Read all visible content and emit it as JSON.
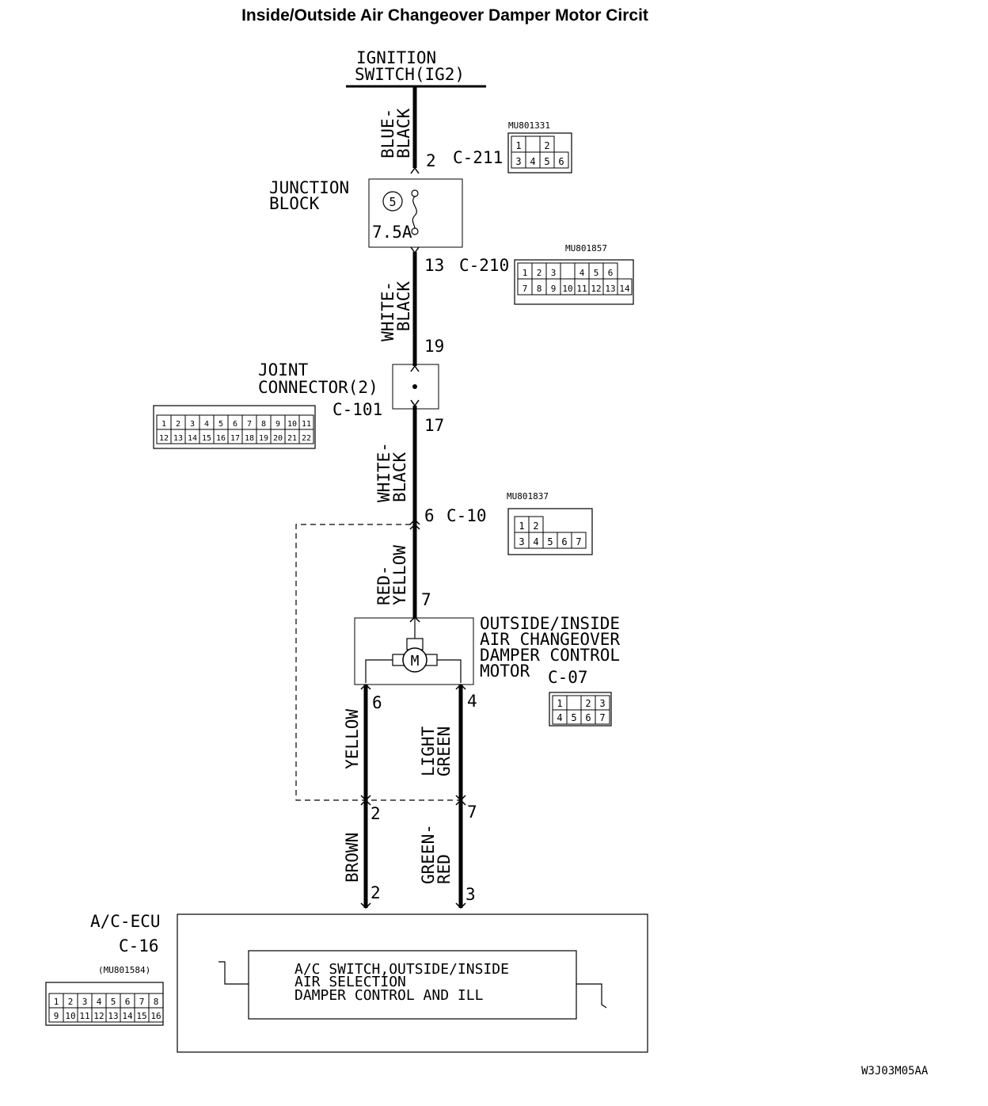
{
  "title": "Inside/Outside Air Changeover Damper Motor Circit",
  "ignition": {
    "line1": "IGNITION",
    "line2": "SWITCH(IG2)"
  },
  "wires": {
    "blue_black": {
      "line1": "BLUE-",
      "line2": "BLACK"
    },
    "white_black_1": {
      "line1": "WHITE-",
      "line2": "BLACK"
    },
    "white_black_2": {
      "line1": "WHITE-",
      "line2": "BLACK"
    },
    "red_yellow": {
      "line1": "RED-",
      "line2": "YELLOW"
    },
    "yellow": "YELLOW",
    "light_green": {
      "line1": "LIGHT",
      "line2": "GREEN"
    },
    "brown": "BROWN",
    "green_red": {
      "line1": "GREEN-",
      "line2": "RED"
    }
  },
  "junction_block": {
    "line1": "JUNCTION",
    "line2": "BLOCK",
    "fuse_no": "5",
    "fuse_rating": "7.5A"
  },
  "joint_connector": {
    "line1": "JOINT",
    "line2": "CONNECTOR(2)",
    "id": "C-101"
  },
  "pins": {
    "c211_pin": "2",
    "c211": "C-211",
    "c210_pin": "13",
    "c210": "C-210",
    "jc_in": "19",
    "jc_out": "17",
    "c10_pin": "6",
    "c10": "C-10",
    "motor_in": "7",
    "motor_left": "6",
    "motor_right": "4",
    "mid_left": "2",
    "mid_right": "7",
    "ecu_left": "2",
    "ecu_right": "3"
  },
  "motor": {
    "line1": "OUTSIDE/INSIDE",
    "line2": "AIR CHANGEOVER",
    "line3": "DAMPER CONTROL",
    "line4": "MOTOR",
    "id": "C-07",
    "symbol": "M"
  },
  "ecu": {
    "name": "A/C-ECU",
    "id": "C-16",
    "inner_line1": "A/C SWITCH,OUTSIDE/INSIDE",
    "inner_line2": "AIR SELECTION",
    "inner_line3": "DAMPER CONTROL AND ILL"
  },
  "connectors": {
    "c211": {
      "part": "MU801331",
      "row1": [
        "1",
        "",
        "2"
      ],
      "row2": [
        "3",
        "4",
        "5",
        "6"
      ]
    },
    "c210": {
      "part": "MU801857",
      "row1": [
        "1",
        "2",
        "3",
        "",
        "4",
        "5",
        "6"
      ],
      "row2": [
        "7",
        "8",
        "9",
        "10",
        "11",
        "12",
        "13",
        "14"
      ]
    },
    "c101": {
      "row1": [
        "1",
        "2",
        "3",
        "4",
        "5",
        "6",
        "7",
        "8",
        "9",
        "10",
        "11"
      ],
      "row2": [
        "12",
        "13",
        "14",
        "15",
        "16",
        "17",
        "18",
        "19",
        "20",
        "21",
        "22"
      ]
    },
    "c10": {
      "part": "MU801837",
      "row1": [
        "1",
        "2"
      ],
      "row2": [
        "3",
        "4",
        "5",
        "6",
        "7"
      ]
    },
    "c07": {
      "row1": [
        "1",
        "",
        "2",
        "3"
      ],
      "row2": [
        "4",
        "5",
        "6",
        "7"
      ]
    },
    "c16": {
      "part": "(MU801584)",
      "row1": [
        "1",
        "2",
        "3",
        "4",
        "5",
        "6",
        "7",
        "8"
      ],
      "row2": [
        "9",
        "10",
        "11",
        "12",
        "13",
        "14",
        "15",
        "16"
      ]
    }
  },
  "figure_code": "W3J03M05AA"
}
